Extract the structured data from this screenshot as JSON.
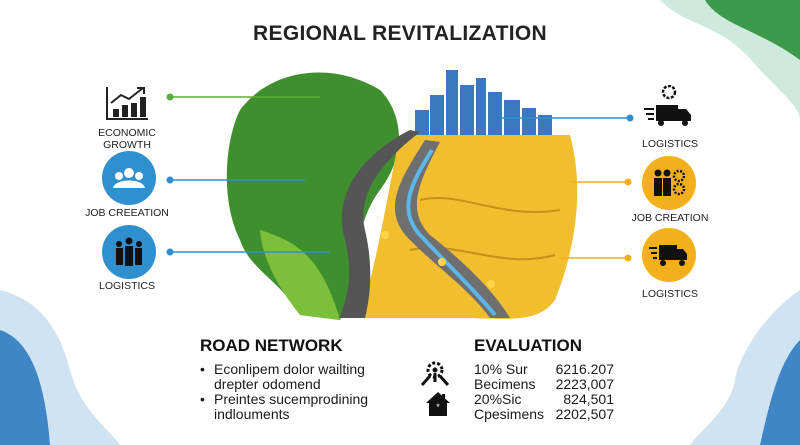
{
  "title": "REGIONAL REVITALIZATION",
  "left": [
    {
      "label_1": "ECONOMIC",
      "label_2": "GROWTH",
      "icon": "bar-chart-growth-icon",
      "color": "#5aae3a"
    },
    {
      "label": "JOB CREEATION",
      "icon": "people-group-icon",
      "color": "#2f8fcf"
    },
    {
      "label": "LOGISTICS",
      "icon": "team-icon",
      "color": "#2f8fcf"
    }
  ],
  "right": [
    {
      "label": "LOGISTICS",
      "icon": "delivery-truck-gear-icon",
      "color": "#2f8fcf"
    },
    {
      "label": "JOB CREATION",
      "icon": "workers-gears-icon",
      "color": "#f4b01c"
    },
    {
      "label": "LOGISTICS",
      "icon": "delivery-truck-icon",
      "color": "#f4b01c"
    }
  ],
  "road": {
    "heading": "ROAD NETWORK",
    "bullets": [
      [
        "Econlipem dolor wailting",
        "drepter odomend"
      ],
      [
        "Preintes sucemprodining",
        "indlouments"
      ]
    ]
  },
  "evaluation": {
    "heading": "EVALUATION",
    "rows": [
      {
        "label": "10% Sur",
        "value": "6216.207"
      },
      {
        "label": "Becimens",
        "value": "2223,007"
      },
      {
        "label": "20%Sic",
        "value": "824,501"
      },
      {
        "label": "Cpesimens",
        "value": "2202,507"
      }
    ]
  }
}
